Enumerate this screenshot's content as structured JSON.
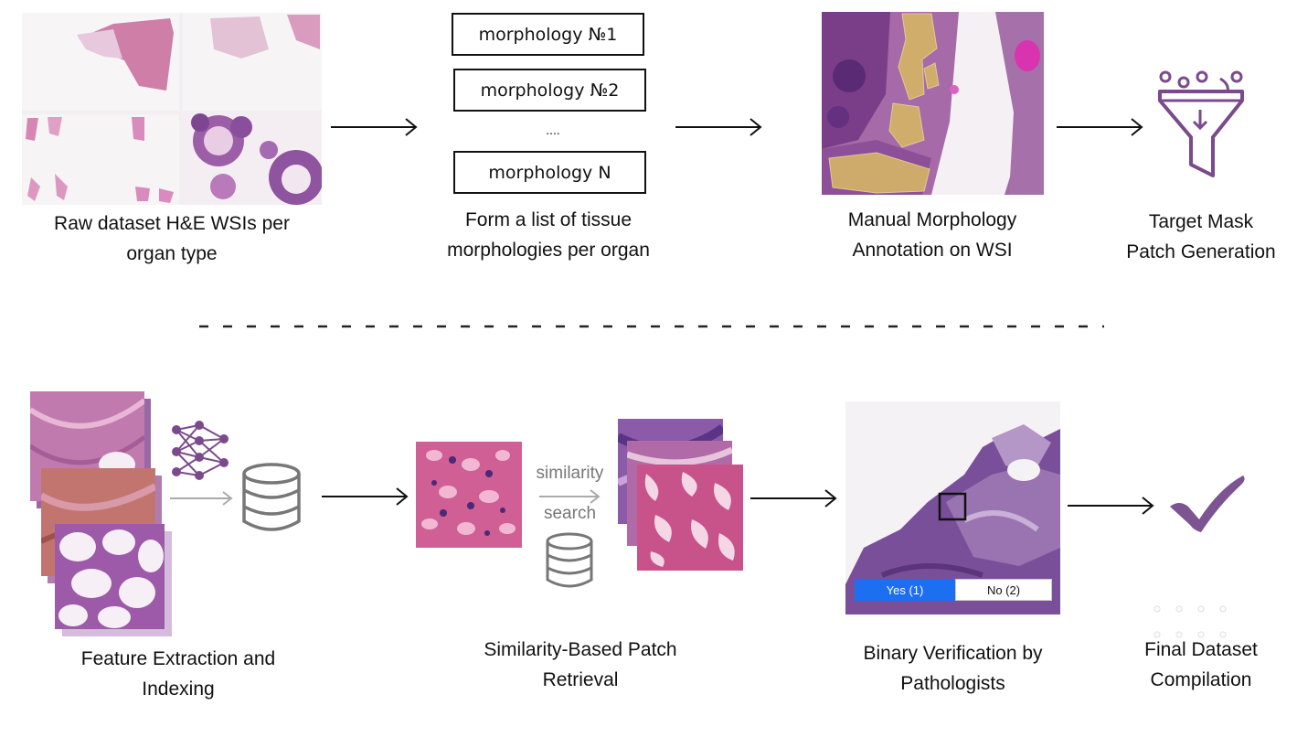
{
  "top_row": {
    "step1": {
      "caption_lines": [
        "Raw dataset H&E WSIs per",
        "organ type"
      ]
    },
    "step2": {
      "morphologies": [
        "morphology №1",
        "morphology №2",
        "morphology N"
      ],
      "ellipsis": "....",
      "caption_lines": [
        "Form a list of tissue",
        "morphologies per organ"
      ]
    },
    "step3": {
      "caption_lines": [
        "Manual Morphology",
        "Annotation on WSI"
      ]
    },
    "step4": {
      "caption_lines": [
        "Target Mask",
        "Patch Generation"
      ],
      "icon": "funnel-icon"
    }
  },
  "bottom_row": {
    "step1": {
      "caption_lines": [
        "Feature Extraction and",
        "Indexing"
      ],
      "icons": [
        "neural-network-icon",
        "database-icon"
      ]
    },
    "step2": {
      "caption_lines": [
        "Similarity-Based Patch",
        "Retrieval"
      ],
      "similarity_lines": [
        "similarity",
        "search"
      ]
    },
    "step3": {
      "caption_lines": [
        "Binary Verification by",
        "Pathologists"
      ],
      "yes_label": "Yes (1)",
      "no_label": "No (2)"
    },
    "step4": {
      "caption_lines": [
        "Final Dataset",
        "Compilation"
      ],
      "icon": "checkmark-icon"
    }
  },
  "colors": {
    "accent_purple": "#7b4a8c",
    "tissue_pink": "#d98bc0",
    "tissue_purple": "#6e3f8f",
    "annotation_yellow": "#d6b566",
    "yes_blue": "#1d6ff2"
  }
}
